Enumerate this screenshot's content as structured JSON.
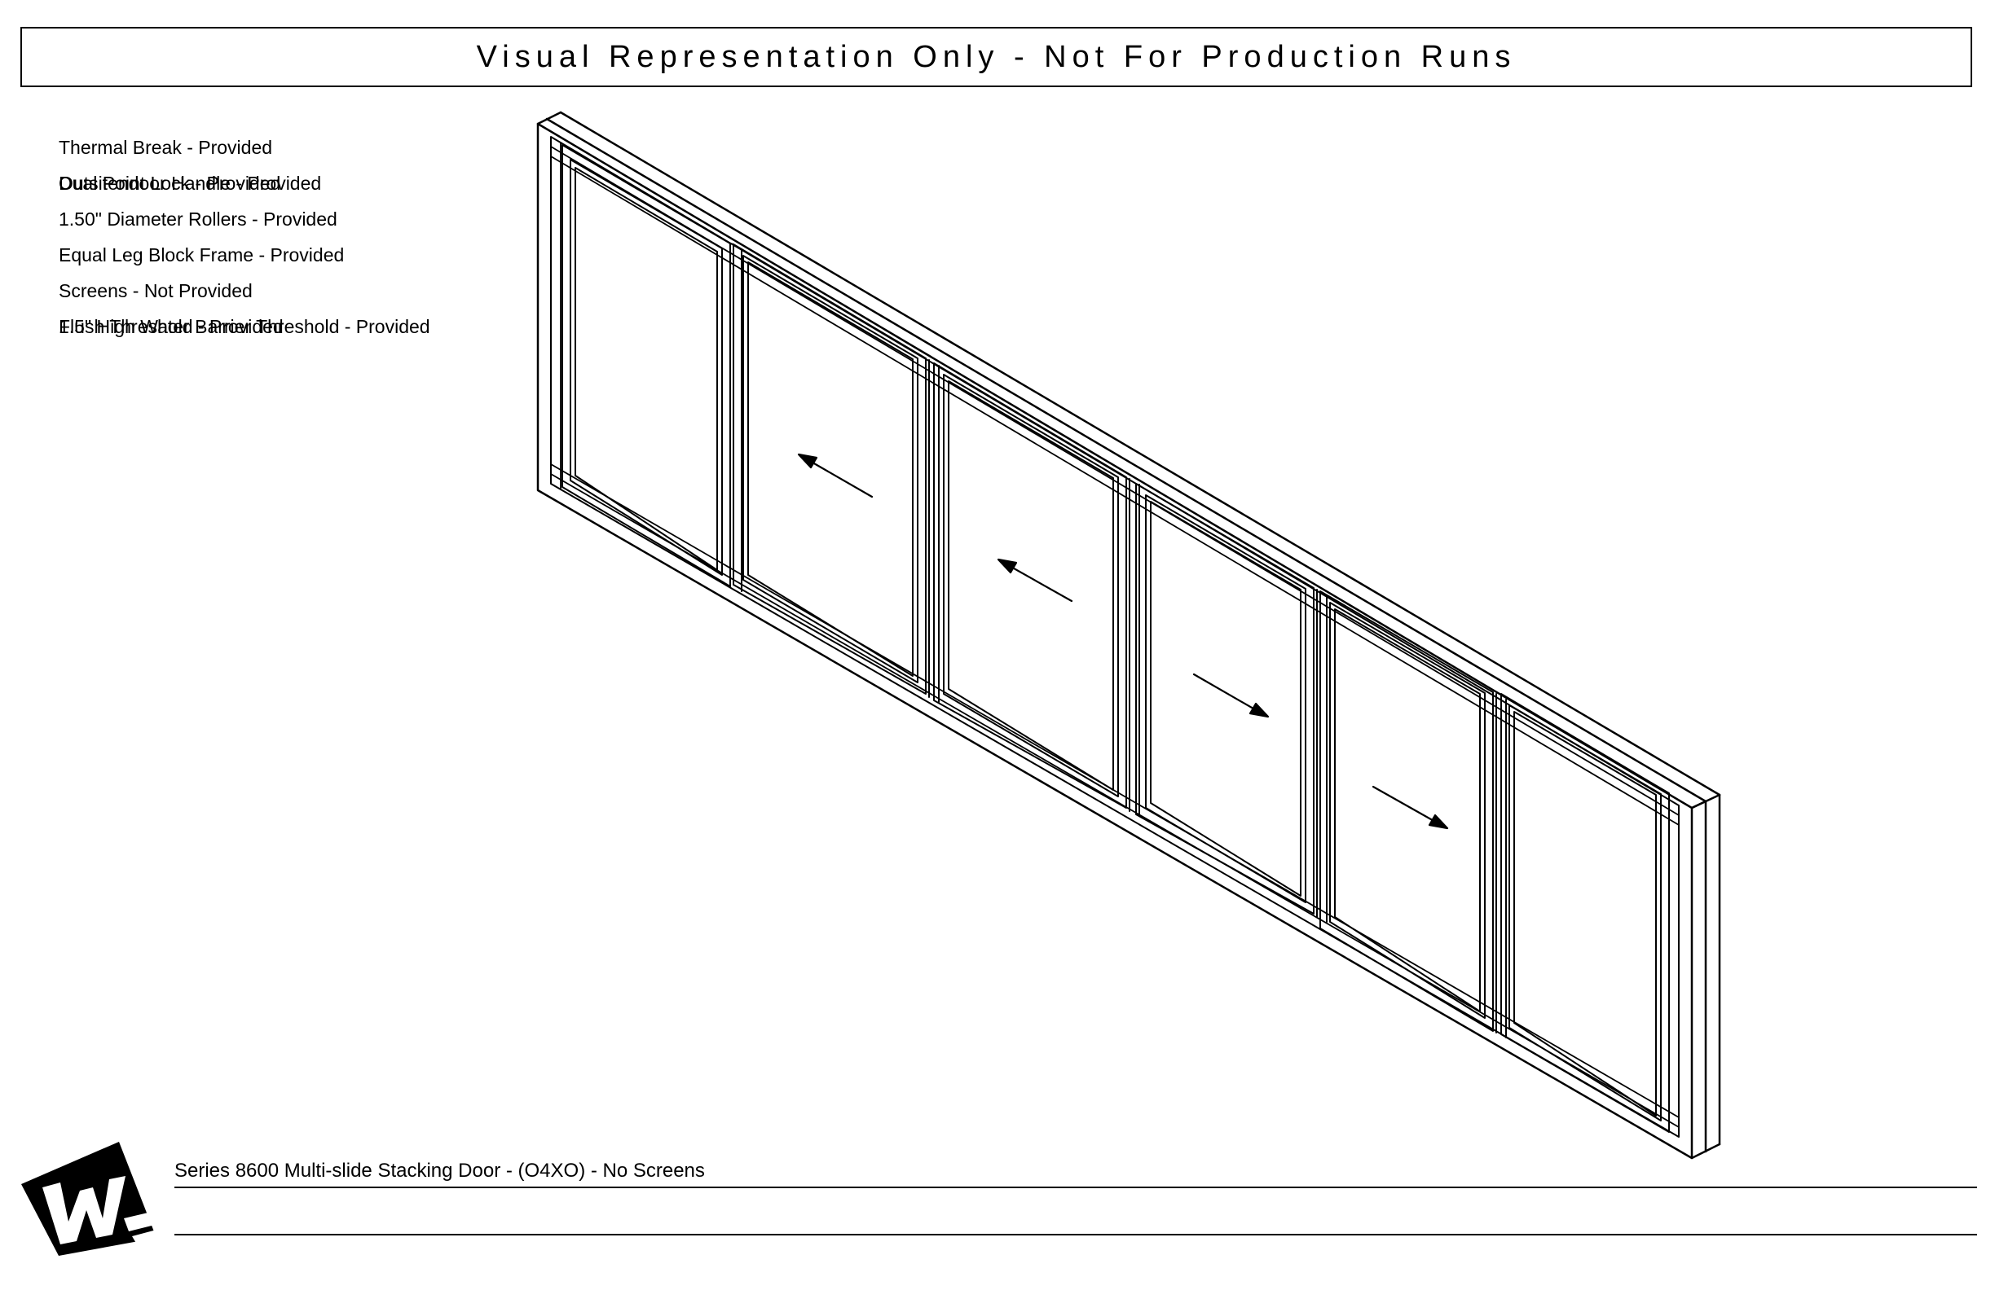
{
  "header": {
    "title": "Visual Representation Only - Not For Production Runs"
  },
  "specs": [
    {
      "text": "Thermal Break - Provided"
    },
    {
      "text": "Outsitendoor Handle - Provided",
      "overlay": "Dual Point Lock - Provided"
    },
    {
      "text": "1.50\" Diameter Rollers - Provided"
    },
    {
      "text": "Equal Leg Block Frame - Provided"
    },
    {
      "text": "Screens - Not Provided"
    },
    {
      "text": "Flush Threshold - Provided",
      "overlay": "1.5\" High Water Barrier Threshold - Provided"
    }
  ],
  "panels": [
    {
      "index": 1,
      "arrow": "none"
    },
    {
      "index": 2,
      "arrow": "left"
    },
    {
      "index": 3,
      "arrow": "left"
    },
    {
      "index": 4,
      "arrow": "right"
    },
    {
      "index": 5,
      "arrow": "right"
    },
    {
      "index": 6,
      "arrow": "none"
    }
  ],
  "footer": {
    "description": "Series 8600 Multi-slide Stacking Door - (O4XO) - No Screens"
  }
}
